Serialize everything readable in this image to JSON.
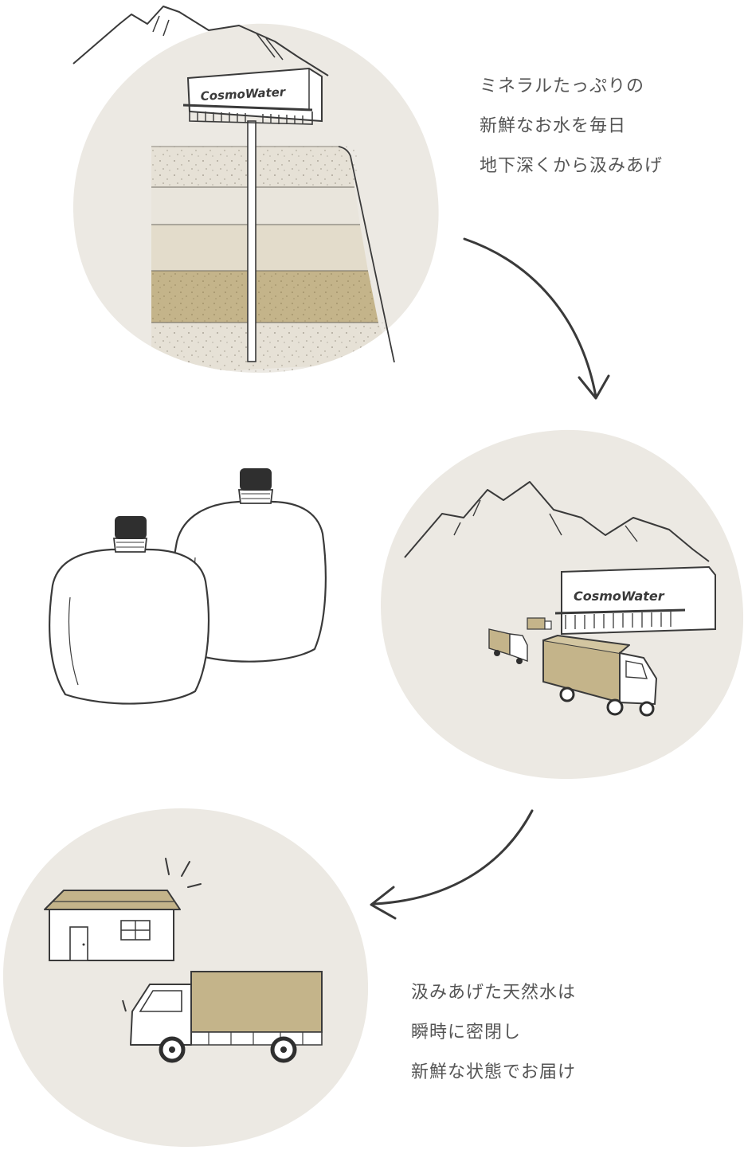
{
  "brand": {
    "logo_text": "CosmoWater"
  },
  "steps": [
    {
      "lines": [
        "ミネラルたっぷりの",
        "新鮮なお水を毎日",
        "地下深くから汲みあげ"
      ]
    },
    {
      "lines": [
        "汲みあげた天然水は",
        "瞬時に密閉し",
        "新鮮な状態でお届け"
      ]
    }
  ],
  "colors": {
    "circle_bg": "#ece9e3",
    "tan": "#bfae84",
    "stroke": "#3a3a3a",
    "text": "#555555"
  }
}
